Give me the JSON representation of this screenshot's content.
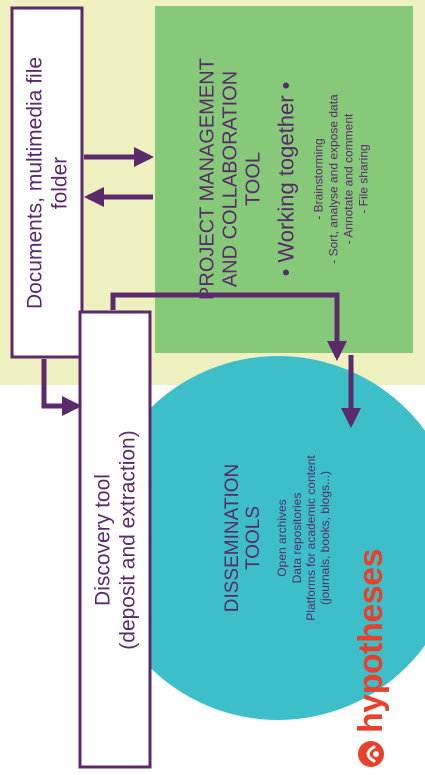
{
  "documents_box": {
    "label_line1": "Documents, multimedia file",
    "label_line2": "folder"
  },
  "project_box": {
    "title_lines": [
      "PROJECT MANAGEMENT",
      "AND COLLABORATION",
      "TOOL"
    ],
    "subtitle": "• Working together •",
    "items": [
      "- Brainstorming",
      "- Sort, analyse and expose data",
      "- Annotate and comment",
      "- File sharing"
    ]
  },
  "discovery_box": {
    "label_line1": "Discovery tool",
    "label_line2": "(deposit and extraction)"
  },
  "dissemination": {
    "title_lines": [
      "DISSEMINATION",
      "TOOLS"
    ],
    "items": [
      "Open archives",
      "Data repositories",
      "Platforms for academic content",
      "(journals, books, blogs...)"
    ]
  },
  "logo": {
    "wordmark": "hypotheses"
  },
  "colors": {
    "background_band": "#eef0bf",
    "project_fill": "#86c979",
    "circle_fill": "#3cbfc9",
    "arrow": "#5a2a6a",
    "text": "#5a2a6a",
    "logo": "#e8402a"
  }
}
